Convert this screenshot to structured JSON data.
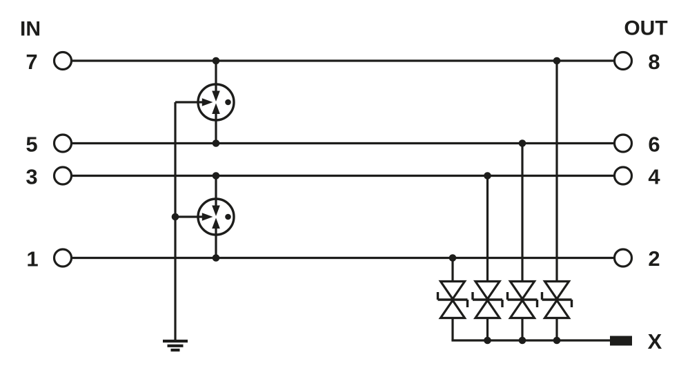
{
  "diagram": {
    "header": {
      "in": "IN",
      "out": "OUT"
    },
    "terminals": {
      "in": [
        "7",
        "5",
        "3",
        "1"
      ],
      "out": [
        "8",
        "6",
        "4",
        "2"
      ],
      "reference": "X"
    },
    "icons": {
      "surge_arrester": "gas-discharge-tube-icon",
      "protection_element": "bidirectional-suppressor-diode-icon",
      "earth": "earth-ground-icon",
      "reference_terminal": "filled-block-terminal-icon"
    },
    "colors": {
      "line": "#1d1d1b",
      "background": "#ffffff"
    }
  }
}
